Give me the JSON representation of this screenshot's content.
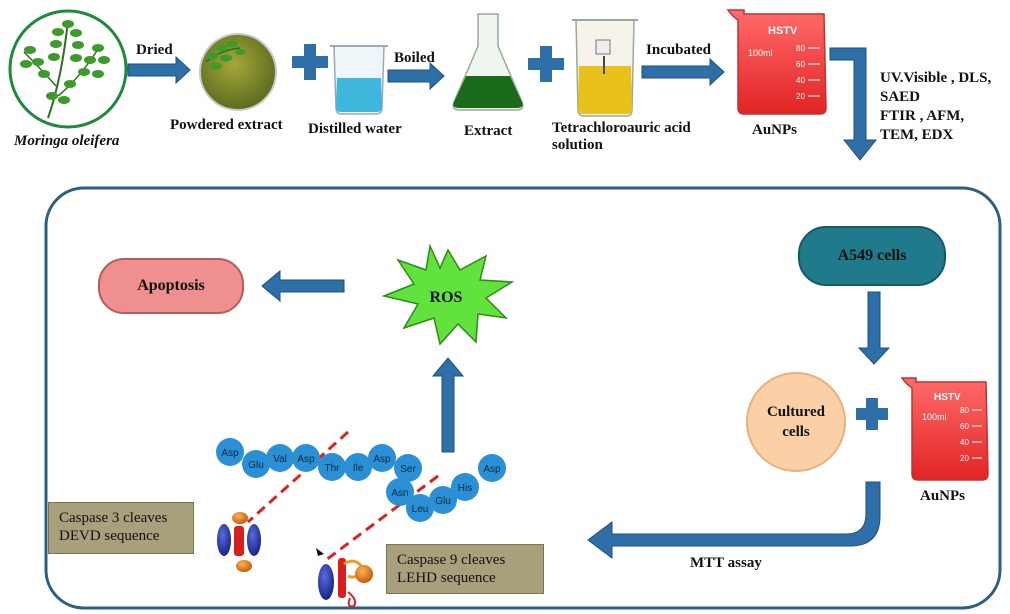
{
  "top_flow": {
    "step_moringa": "Moringa oleifera",
    "arrow_dried": "Dried",
    "step_powder": "Powdered extract",
    "step_water": "Distilled water",
    "arrow_boiled": "Boiled",
    "step_extract": "Extract",
    "step_acid_line1": "Tetrachloroauric acid",
    "step_acid_line2": "solution",
    "arrow_incubated": "Incubated",
    "step_aunps": "AuNPs",
    "beaker_brand": "HSTV",
    "beaker_volume": "100ml",
    "beaker_marks": [
      "80",
      "60",
      "40",
      "20"
    ]
  },
  "characterization": {
    "lines": [
      "UV.Visible , DLS,",
      "SAED",
      "FTIR , AFM,",
      "TEM, EDX"
    ]
  },
  "panel": {
    "cells_label": "A549 cells",
    "cultured_line1": "Cultured",
    "cultured_line2": "cells",
    "aunps_label": "AuNPs",
    "mtt_label": "MTT assay",
    "ros_label": "ROS",
    "apoptosis_label": "Apoptosis",
    "caspase3_line1": "Caspase 3 cleaves",
    "caspase3_line2": "DEVD sequence",
    "caspase9_line1": "Caspase 9 cleaves",
    "caspase9_line2": "LEHD  sequence",
    "amino_acids": [
      "Asp",
      "Glu",
      "Val",
      "Asp",
      "Thr",
      "Ile",
      "Asp",
      "Ser",
      "Asn",
      "Leu",
      "Glu",
      "His",
      "Asp"
    ]
  },
  "colors": {
    "arrow": "#2e6fa8",
    "panel_border": "#2b5f86",
    "cells_pill": "#1f7a8c",
    "apoptosis_pill": "#ef8f8f",
    "cultured_circle": "#fbd0a6",
    "ros_star": "#62e23c",
    "amino_bead": "#2a8fd4",
    "cleave_line": "#e02020",
    "note_bg": "#a8a07a"
  }
}
